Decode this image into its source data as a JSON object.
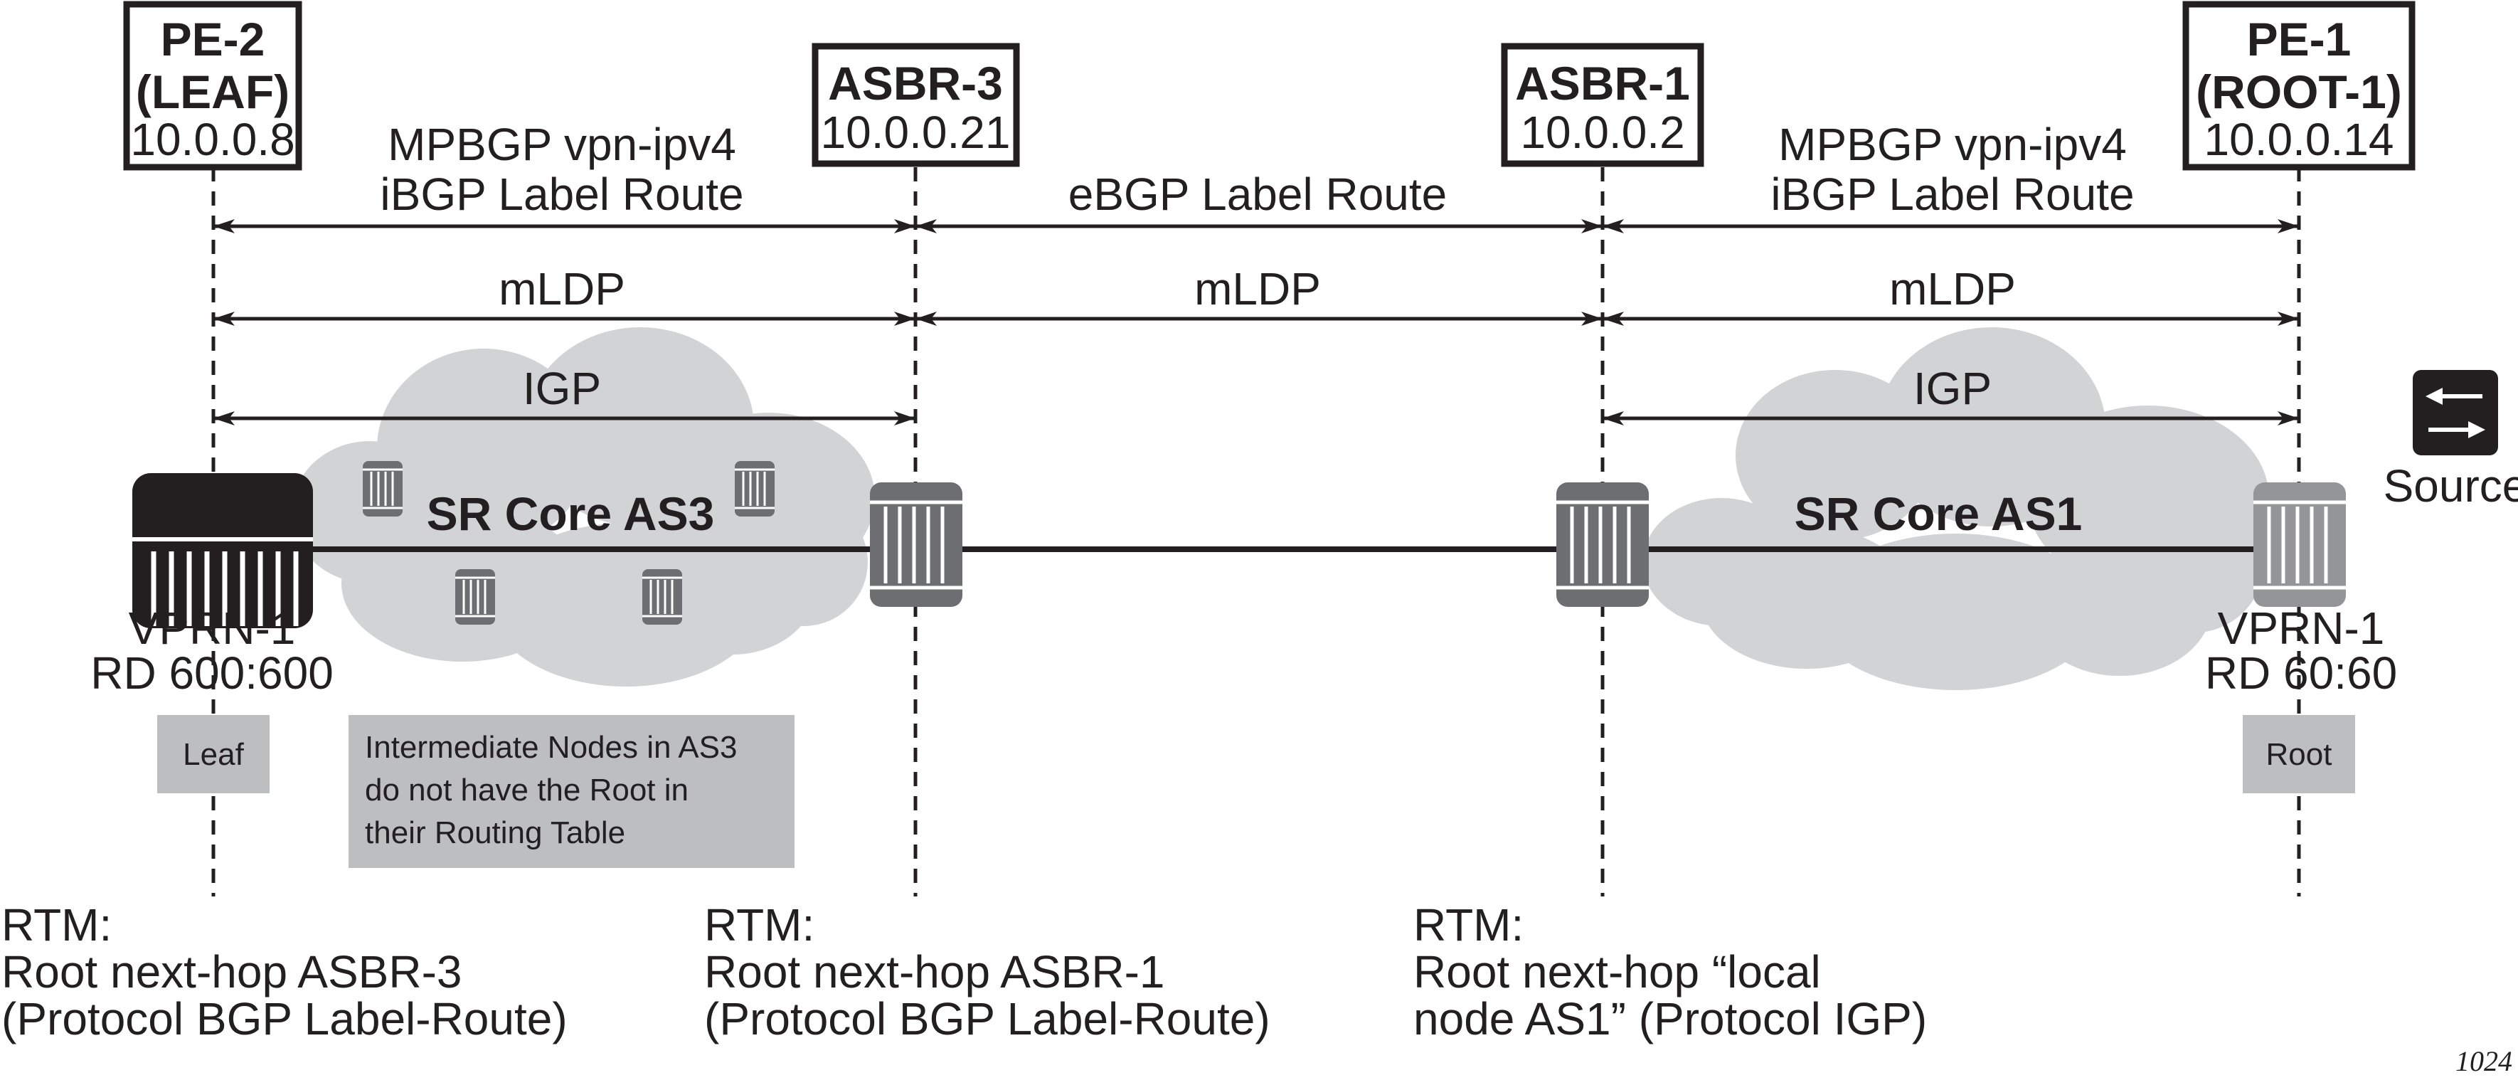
{
  "nodes": {
    "pe2": {
      "name_line1": "PE-2",
      "name_line2": "(LEAF)",
      "ip": "10.0.0.8"
    },
    "asbr3": {
      "name_line1": "ASBR-3",
      "ip": "10.0.0.21"
    },
    "asbr1": {
      "name_line1": "ASBR-1",
      "ip": "10.0.0.2"
    },
    "pe1": {
      "name_line1": "PE-1",
      "name_line2": "(ROOT-1)",
      "ip": "10.0.0.14"
    }
  },
  "sessions": {
    "left_bgp_line1": "MPBGP vpn-ipv4",
    "left_bgp_line2": "iBGP Label Route",
    "middle_bgp": "eBGP Label Route",
    "right_bgp_line1": "MPBGP vpn-ipv4",
    "right_bgp_line2": "iBGP Label Route",
    "mldp_left": "mLDP",
    "mldp_middle": "mLDP",
    "mldp_right": "mLDP",
    "igp_left": "IGP",
    "igp_right": "IGP"
  },
  "clouds": {
    "left": "SR Core AS3",
    "right": "SR Core AS1"
  },
  "vprn_left": {
    "line1": "VPRN-1",
    "line2": "RD 600:600"
  },
  "vprn_right": {
    "line1": "VPRN-1",
    "line2": "RD 60:60"
  },
  "tags": {
    "leaf": "Leaf",
    "root": "Root",
    "note_line1": "Intermediate Nodes in AS3",
    "note_line2": "do not have the Root in",
    "note_line3": "their Routing Table"
  },
  "legend": {
    "source_label": "Source",
    "icon": "source-arrows-icon"
  },
  "rtm": {
    "left": {
      "line1": "RTM:",
      "line2": "Root next-hop ASBR-3",
      "line3": "(Protocol BGP Label-Route)"
    },
    "middle": {
      "line1": "RTM:",
      "line2": "Root next-hop ASBR-1",
      "line3": "(Protocol BGP Label-Route)"
    },
    "right": {
      "line1": "RTM:",
      "line2": "Root next-hop “local",
      "line3": "node AS1” (Protocol IGP)"
    }
  },
  "figure_number": "1024",
  "colors": {
    "ink": "#231f20",
    "cloud": "#d1d3d4",
    "tag_box": "#bcbec0",
    "router_dark": "#231f20",
    "router_mid": "#6d6e71",
    "router_light": "#939598"
  }
}
